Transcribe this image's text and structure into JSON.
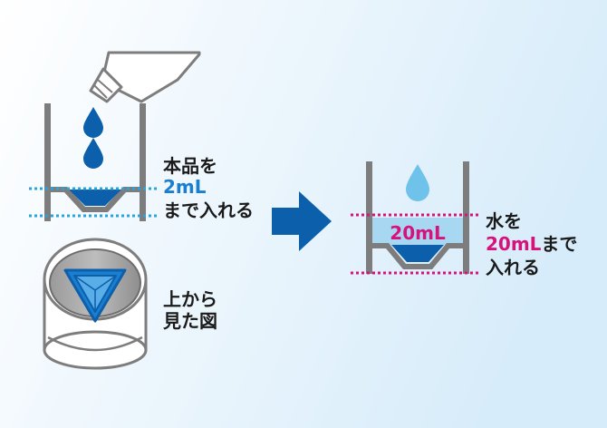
{
  "left_caption": {
    "line1": "本品を",
    "line2": "2mL",
    "line3": "まで入れる"
  },
  "top_view_caption": {
    "line1": "上から",
    "line2": "見た図"
  },
  "right_caption": {
    "line1": "水を",
    "line2_amount": "20mL",
    "line2_rest": "まで",
    "line3": "入れる"
  },
  "right_cup_label": "20mL",
  "colors": {
    "background_from": "#ffffff",
    "background_to": "#d7ecfa",
    "dark_blue": "#0b5fab",
    "medium_blue": "#1b7fd0",
    "cyan_line": "#2aa4df",
    "light_water": "#a8d7f2",
    "light_drop": "#6fc3ea",
    "magenta": "#d8127d",
    "gray": "#7d7d7d",
    "text": "#1a1a1a"
  },
  "icons": [
    "bottle-icon",
    "water-drop-icon",
    "arrow-right-icon"
  ]
}
